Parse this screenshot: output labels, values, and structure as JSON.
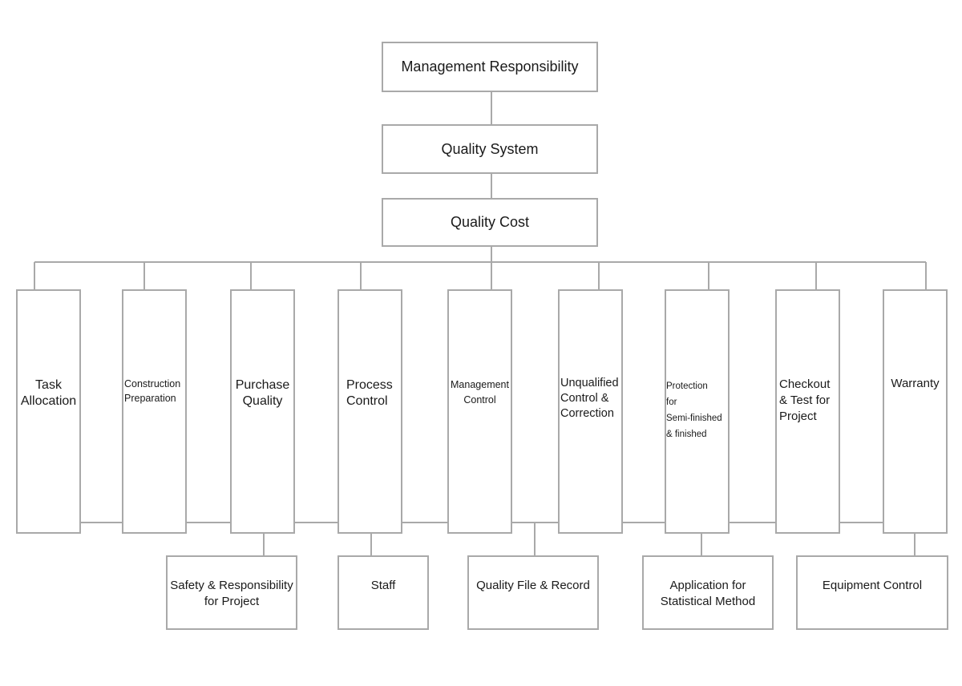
{
  "diagram": {
    "top_chain": [
      {
        "id": "management-responsibility",
        "label": "Management Responsibility"
      },
      {
        "id": "quality-system",
        "label": "Quality System"
      },
      {
        "id": "quality-cost",
        "label": "Quality Cost"
      }
    ],
    "branches": [
      {
        "id": "task-allocation",
        "label": "Task\nAllocation"
      },
      {
        "id": "construction-preparation",
        "label": "Construction\nPreparation"
      },
      {
        "id": "purchase-quality",
        "label": "Purchase\nQuality"
      },
      {
        "id": "process-control",
        "label": "Process\nControl"
      },
      {
        "id": "management-control",
        "label": "Management\nControl"
      },
      {
        "id": "unqualified-control",
        "label": "Unqualified\nControl &\nCorrection"
      },
      {
        "id": "protection",
        "label": "Protection\nfor\nSemi-finished\n& finished"
      },
      {
        "id": "checkout-test",
        "label": "Checkout\n& Test for\nProject"
      },
      {
        "id": "warranty",
        "label": "Warranty"
      }
    ],
    "sub_items": [
      {
        "id": "safety-responsibility",
        "label": "Safety & Responsibility\nfor Project"
      },
      {
        "id": "staff",
        "label": "Staff"
      },
      {
        "id": "quality-file-record",
        "label": "Quality File & Record"
      },
      {
        "id": "application-statistical",
        "label": "Application for\nStatistical Method"
      },
      {
        "id": "equipment-control",
        "label": "Equipment Control"
      }
    ]
  }
}
